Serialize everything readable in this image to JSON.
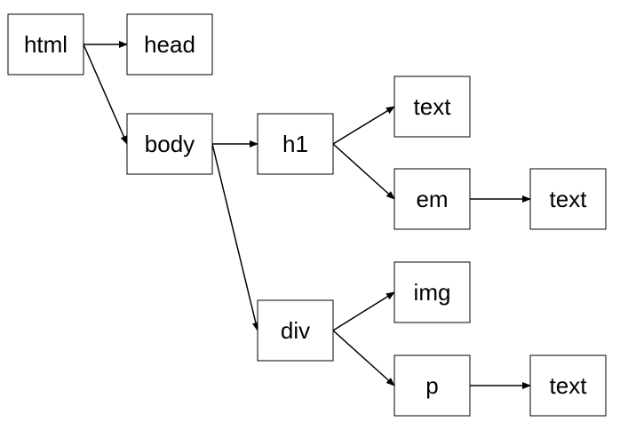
{
  "nodes": {
    "html": "html",
    "head": "head",
    "body": "body",
    "h1": "h1",
    "h1_text": "text",
    "em": "em",
    "em_text": "text",
    "div": "div",
    "img": "img",
    "p": "p",
    "p_text": "text"
  },
  "edges": [
    [
      "html",
      "head"
    ],
    [
      "html",
      "body"
    ],
    [
      "body",
      "h1"
    ],
    [
      "body",
      "div"
    ],
    [
      "h1",
      "h1_text"
    ],
    [
      "h1",
      "em"
    ],
    [
      "em",
      "em_text"
    ],
    [
      "div",
      "img"
    ],
    [
      "div",
      "p"
    ],
    [
      "p",
      "p_text"
    ]
  ],
  "colors": {
    "stroke": "#000000",
    "fill": "#ffffff",
    "text": "#000000"
  }
}
